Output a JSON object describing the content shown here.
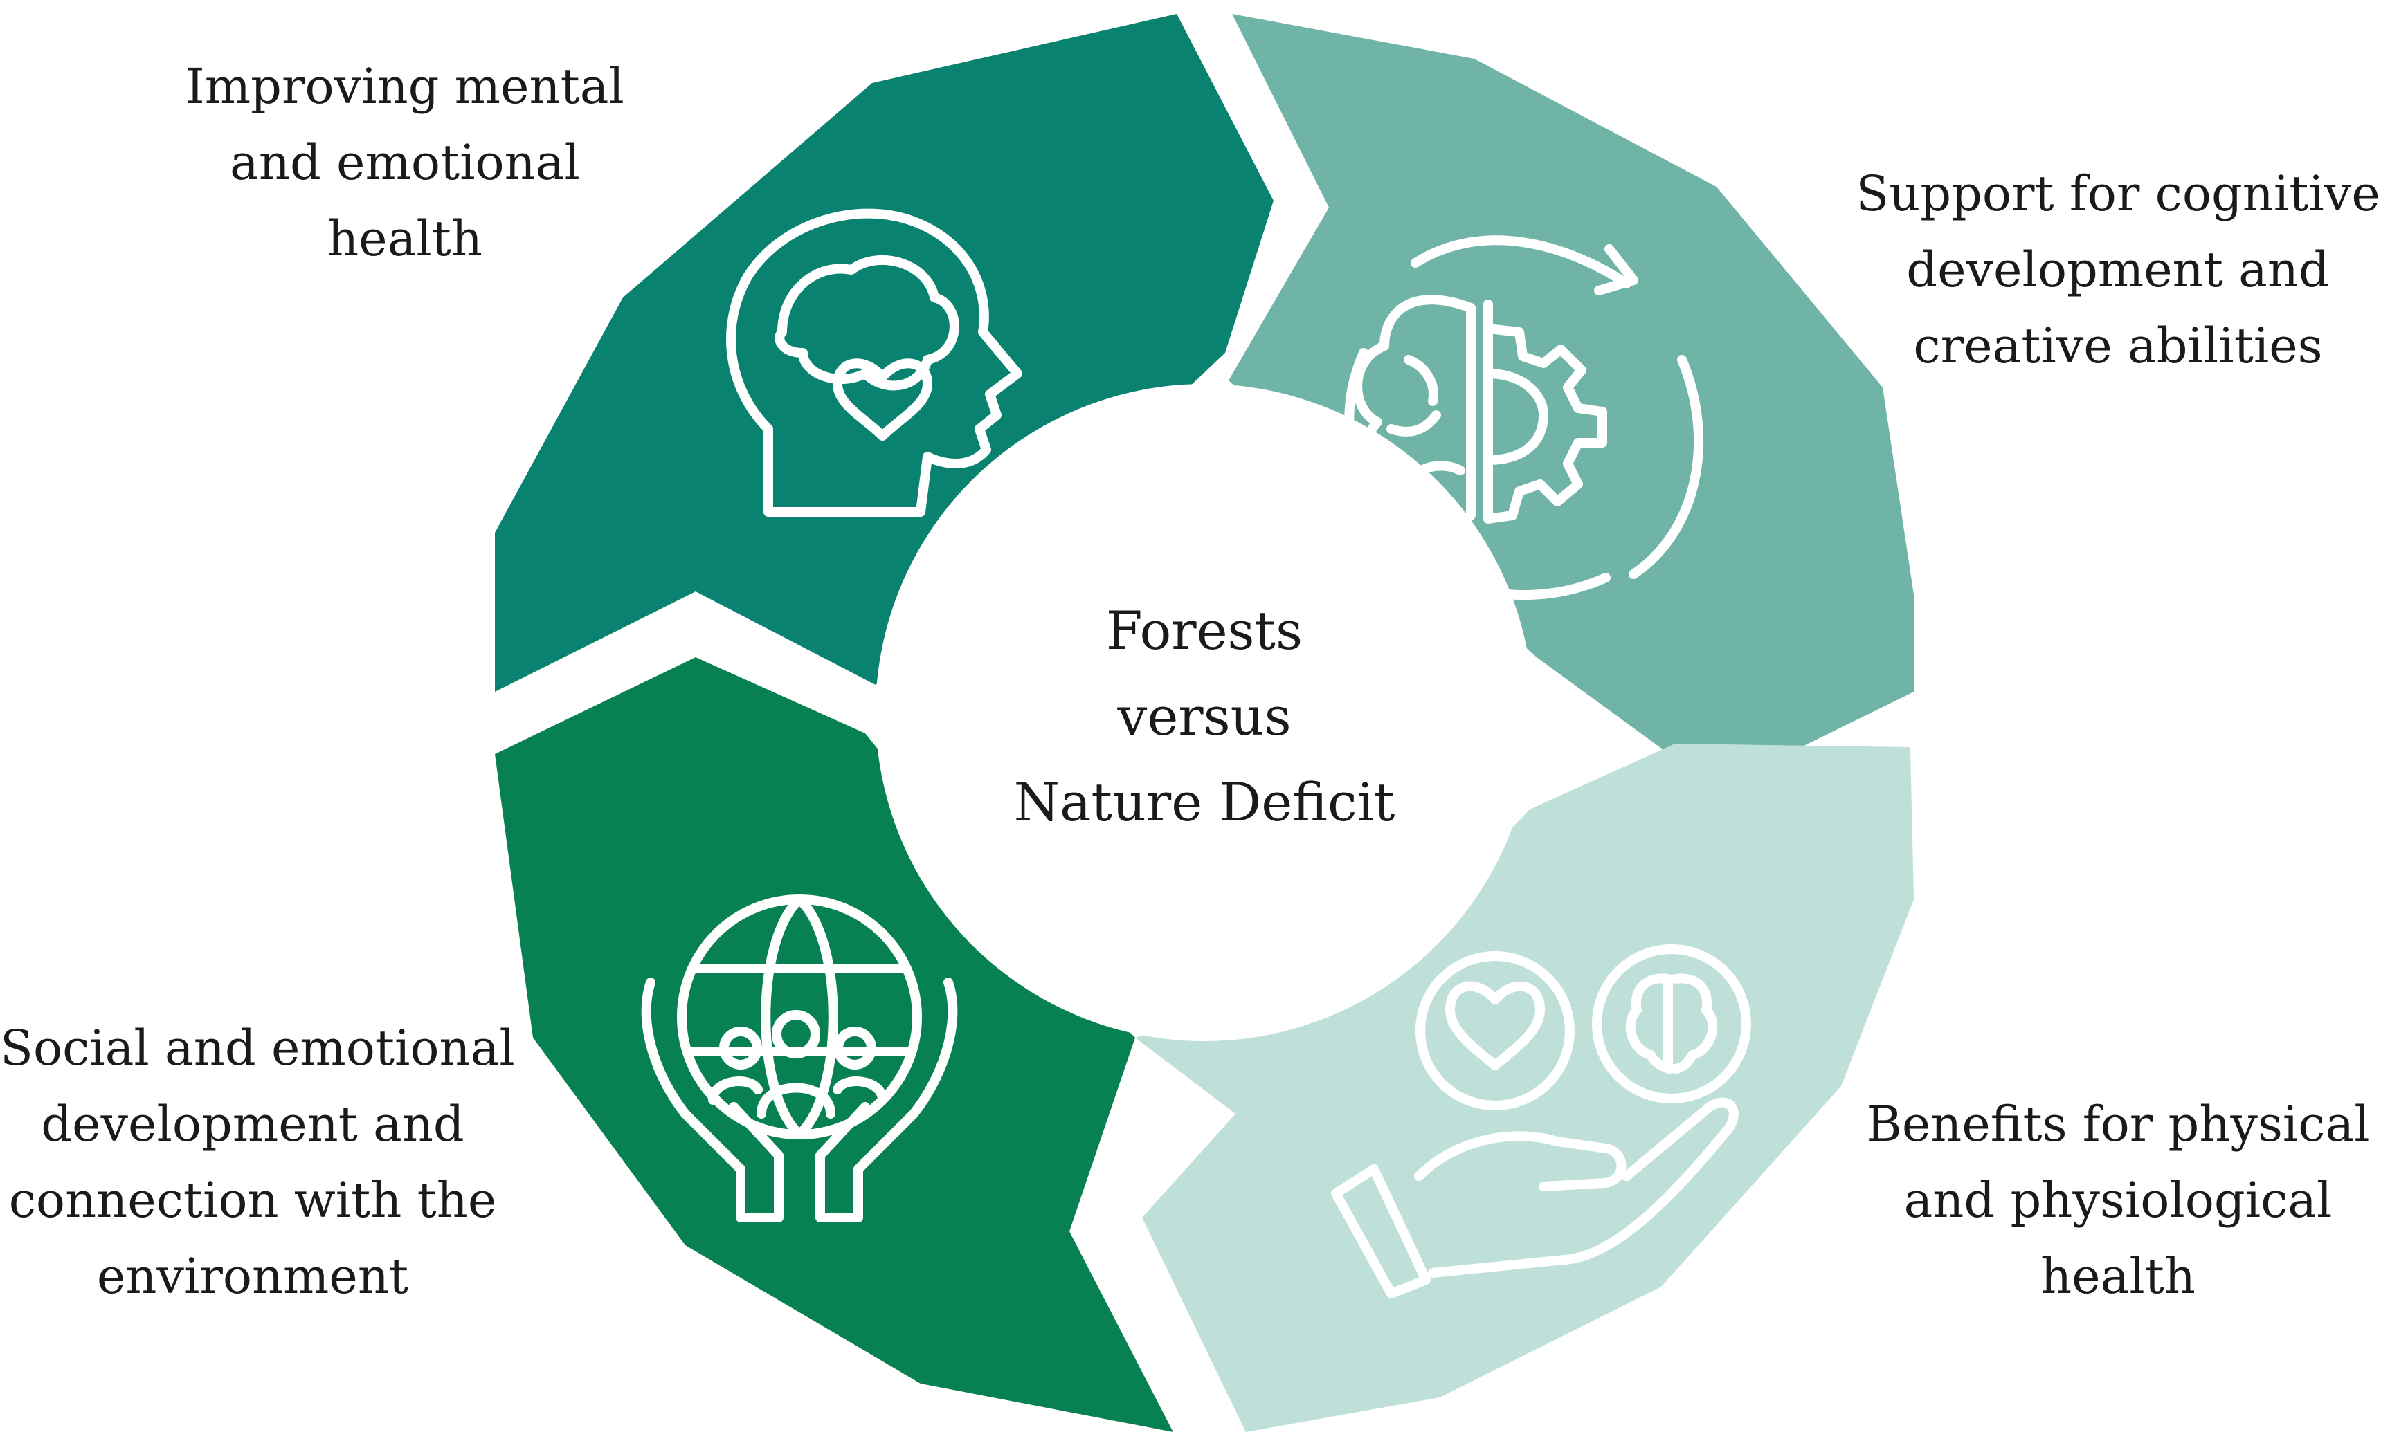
{
  "center": {
    "lines": [
      "Forests",
      "versus",
      "Nature Deficit"
    ]
  },
  "segments": [
    {
      "id": "mental",
      "color": "#0a8270",
      "icon": "head-heart-icon",
      "label_lines": [
        "Improving mental",
        "and emotional",
        "health"
      ]
    },
    {
      "id": "cognitive",
      "color": "#6fb4a6",
      "icon": "brain-gear-cycle-icon",
      "label_lines": [
        "Support for cognitive",
        "development and",
        "creative abilities"
      ]
    },
    {
      "id": "physical",
      "color": "#bfe0d9",
      "icon": "hand-heart-brain-icon",
      "label_lines": [
        "Benefits for physical",
        "and physiological",
        "health"
      ]
    },
    {
      "id": "social",
      "color": "#078052",
      "icon": "hands-globe-people-icon",
      "label_lines": [
        "Social and emotional",
        "development and",
        "connection with the",
        "environment"
      ]
    }
  ]
}
